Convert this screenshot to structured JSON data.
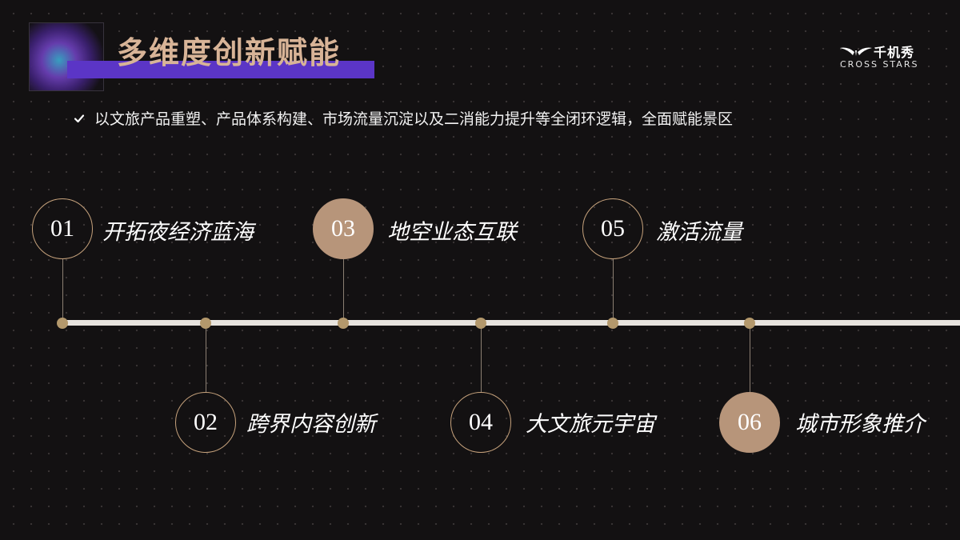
{
  "header": {
    "title": "多维度创新赋能",
    "accent_color": "#5b35c6",
    "title_color": "#d8b497"
  },
  "brand": {
    "name_cn": "千机秀",
    "name_en": "CROSS STARS",
    "icon": "wings-logo-icon"
  },
  "bullet": {
    "icon": "check-icon",
    "text": "以文旅产品重塑、产品体系构建、市场流量沉淀以及二消能力提升等全闭环逻辑，全面赋能景区"
  },
  "timeline": {
    "line_color": "#e7e3de",
    "dot_color": "#b3986c",
    "items": [
      {
        "number": "01",
        "label": "开拓夜经济蓝海",
        "position": "above",
        "filled": false
      },
      {
        "number": "02",
        "label": "跨界内容创新",
        "position": "below",
        "filled": false
      },
      {
        "number": "03",
        "label": "地空业态互联",
        "position": "above",
        "filled": true
      },
      {
        "number": "04",
        "label": "大文旅元宇宙",
        "position": "below",
        "filled": false
      },
      {
        "number": "05",
        "label": "激活流量",
        "position": "above",
        "filled": false
      },
      {
        "number": "06",
        "label": "城市形象推介",
        "position": "below",
        "filled": true
      }
    ]
  }
}
